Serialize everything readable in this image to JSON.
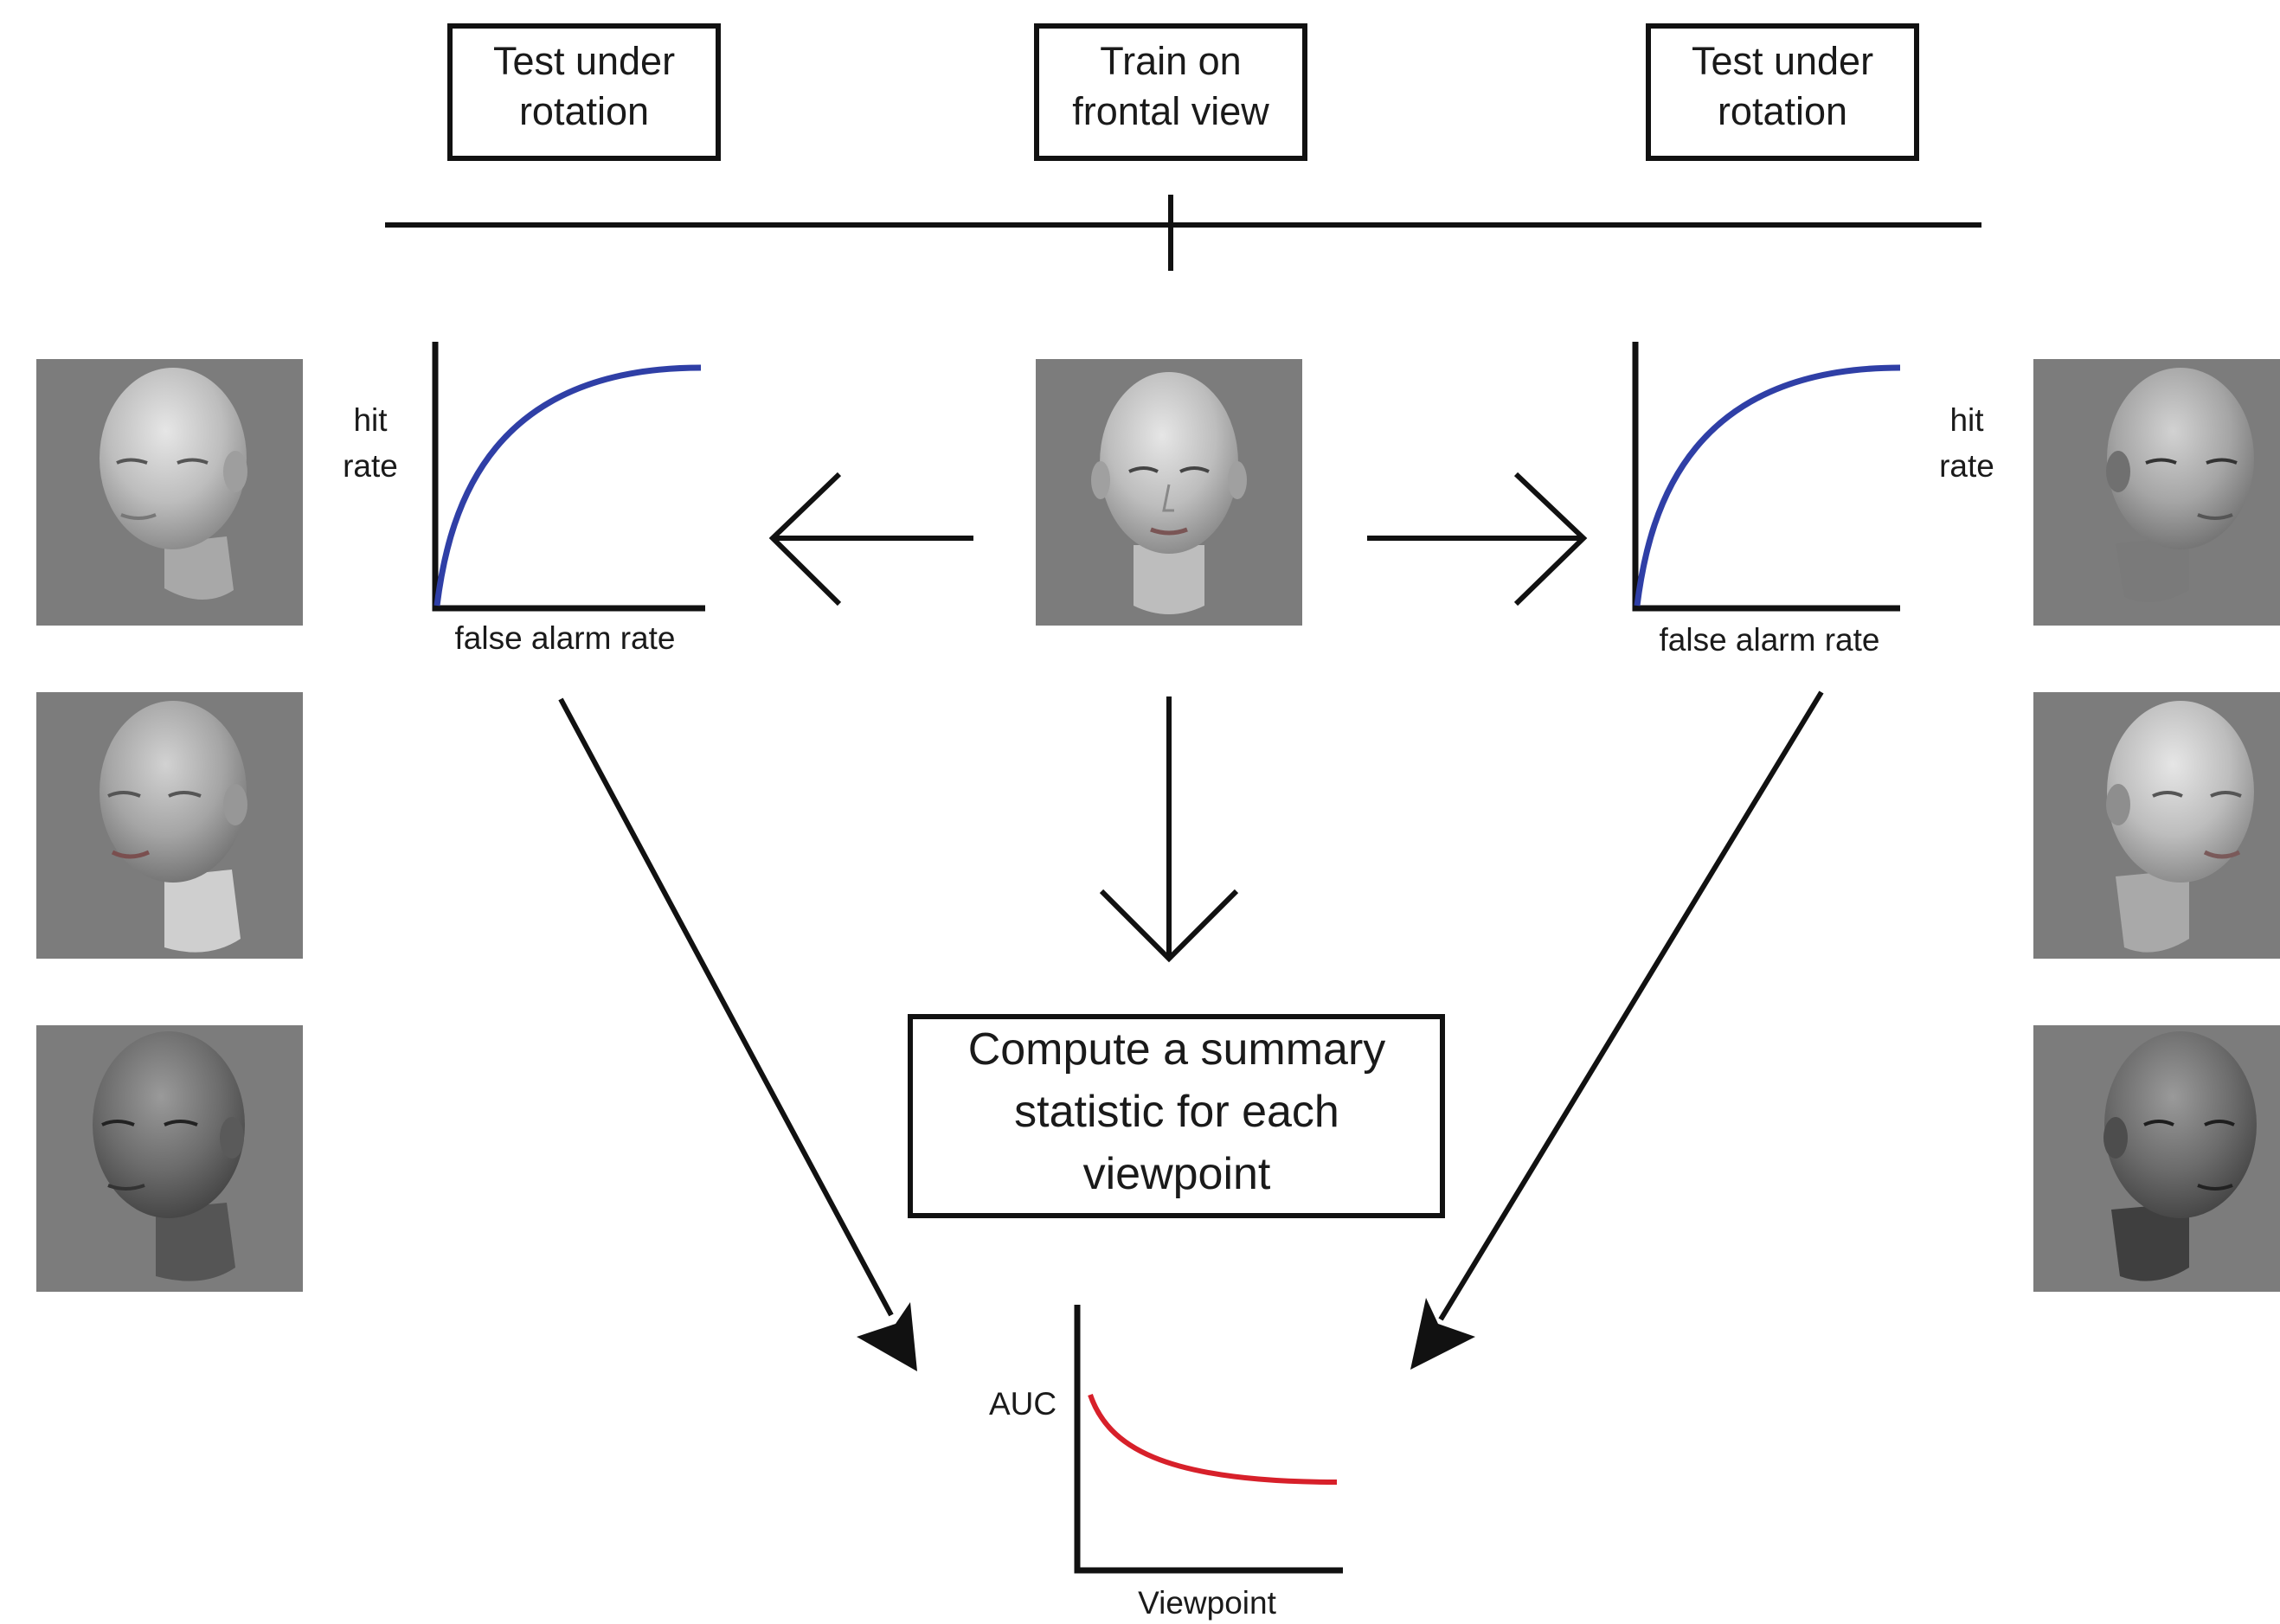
{
  "boxes": {
    "test_left": [
      "Test under",
      "rotation"
    ],
    "train": [
      "Train on",
      "frontal view"
    ],
    "test_right": [
      "Test under",
      "rotation"
    ],
    "compute": [
      "Compute a summary",
      "statistic for each",
      "viewpoint"
    ]
  },
  "roc_plot": {
    "ylabel_line1": "hit",
    "ylabel_line2": "rate",
    "xlabel": "false alarm rate",
    "curve_color": "#2f3fa6"
  },
  "auc_plot": {
    "ylabel": "AUC",
    "xlabel": "Viewpoint",
    "curve_color": "#d7202a"
  },
  "faces": {
    "left": [
      "face-rotated-left-1",
      "face-rotated-left-2",
      "face-rotated-left-3"
    ],
    "center": "face-frontal",
    "right": [
      "face-rotated-right-1",
      "face-rotated-right-2",
      "face-rotated-right-3"
    ]
  }
}
